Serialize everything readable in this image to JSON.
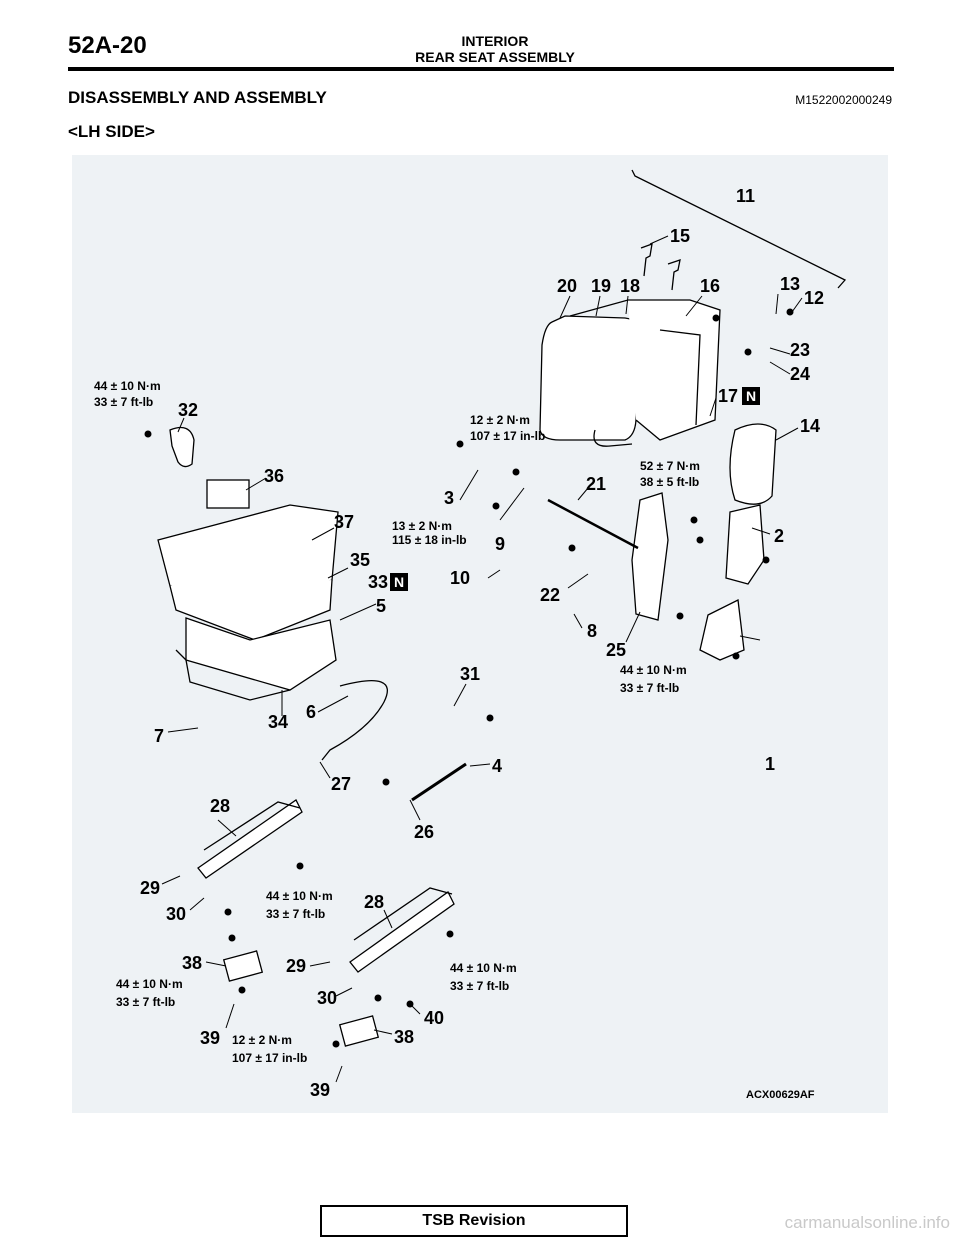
{
  "header": {
    "page_number": "52A-20",
    "section": "INTERIOR",
    "subsection": "REAR SEAT ASSEMBLY"
  },
  "title": "DISASSEMBLY AND ASSEMBLY",
  "doc_code": "M1522002000249",
  "side_label": "<LH SIDE>",
  "diagram": {
    "figure_id": "ACX00629AF",
    "torque": {
      "t1a": "44 ± 10 N·m",
      "t1b": "33 ± 7 ft-lb",
      "t2a": "12 ± 2 N·m",
      "t2b": "107 ± 17 in-lb",
      "t3a": "13 ± 2 N·m",
      "t3b": "115 ± 18 in-lb",
      "t4a": "52 ± 7 N·m",
      "t4b": "38 ± 5 ft-lb",
      "t5a": "44 ± 10 N·m",
      "t5b": "33 ± 7 ft-lb",
      "t6a": "44 ± 10 N·m",
      "t6b": "33 ± 7 ft-lb",
      "t7a": "44 ± 10 N·m",
      "t7b": "33 ± 7 ft-lb",
      "t8a": "44 ± 10 N·m",
      "t8b": "33 ± 7 ft-lb",
      "t9a": "12 ± 2 N·m",
      "t9b": "107 ± 17 in-lb"
    },
    "parts": {
      "p1": "1",
      "p2": "2",
      "p3": "3",
      "p4": "4",
      "p5": "5",
      "p6": "6",
      "p7": "7",
      "p8": "8",
      "p9": "9",
      "p10": "10",
      "p11": "11",
      "p12": "12",
      "p13": "13",
      "p14": "14",
      "p15": "15",
      "p16": "16",
      "p17": "17",
      "p18": "18",
      "p19": "19",
      "p20": "20",
      "p21": "21",
      "p22": "22",
      "p23": "23",
      "p24": "24",
      "p25": "25",
      "p26": "26",
      "p27": "27",
      "p28a": "28",
      "p28b": "28",
      "p29a": "29",
      "p29b": "29",
      "p30a": "30",
      "p30b": "30",
      "p31": "31",
      "p32": "32",
      "p33": "33",
      "p34": "34",
      "p35": "35",
      "p36": "36",
      "p37": "37",
      "p38a": "38",
      "p38b": "38",
      "p39a": "39",
      "p39b": "39",
      "p40": "40"
    },
    "new_part_mark": "N"
  },
  "footer": {
    "label": "TSB Revision"
  },
  "watermark": "carmanualsonline.info"
}
